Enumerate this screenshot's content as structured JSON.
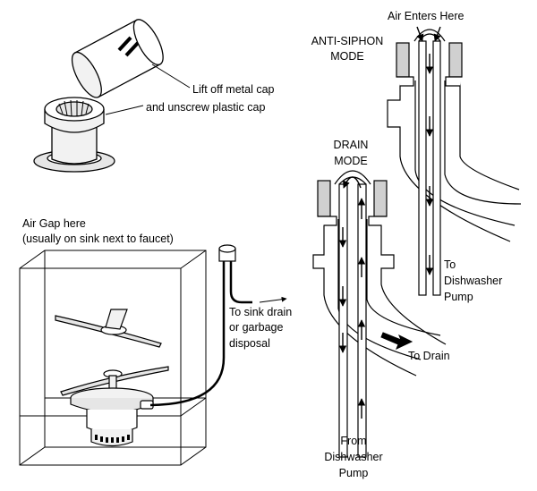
{
  "labels": {
    "cap_instruction_1": "Lift off metal cap",
    "cap_instruction_2": "and unscrew plastic cap",
    "air_gap_1": "Air Gap here",
    "air_gap_2": "(usually on sink next to faucet)",
    "sink_drain_1": "To sink drain",
    "sink_drain_2": "or garbage",
    "sink_drain_3": "disposal",
    "anti_siphon_1": "ANTI-SIPHON",
    "anti_siphon_2": "MODE",
    "air_enters": "Air  Enters  Here",
    "drain_mode_1": "DRAIN",
    "drain_mode_2": "MODE",
    "to_pump_1": "To",
    "to_pump_2": "Dishwasher",
    "to_pump_3": "Pump",
    "to_drain": "To Drain",
    "from_pump_1": "From",
    "from_pump_2": "Dishwasher",
    "from_pump_3": "Pump"
  },
  "colors": {
    "line": "#000000",
    "tube_fill": "#e6e6e6",
    "thread_fill": "#d0d0d0",
    "background": "#ffffff"
  }
}
